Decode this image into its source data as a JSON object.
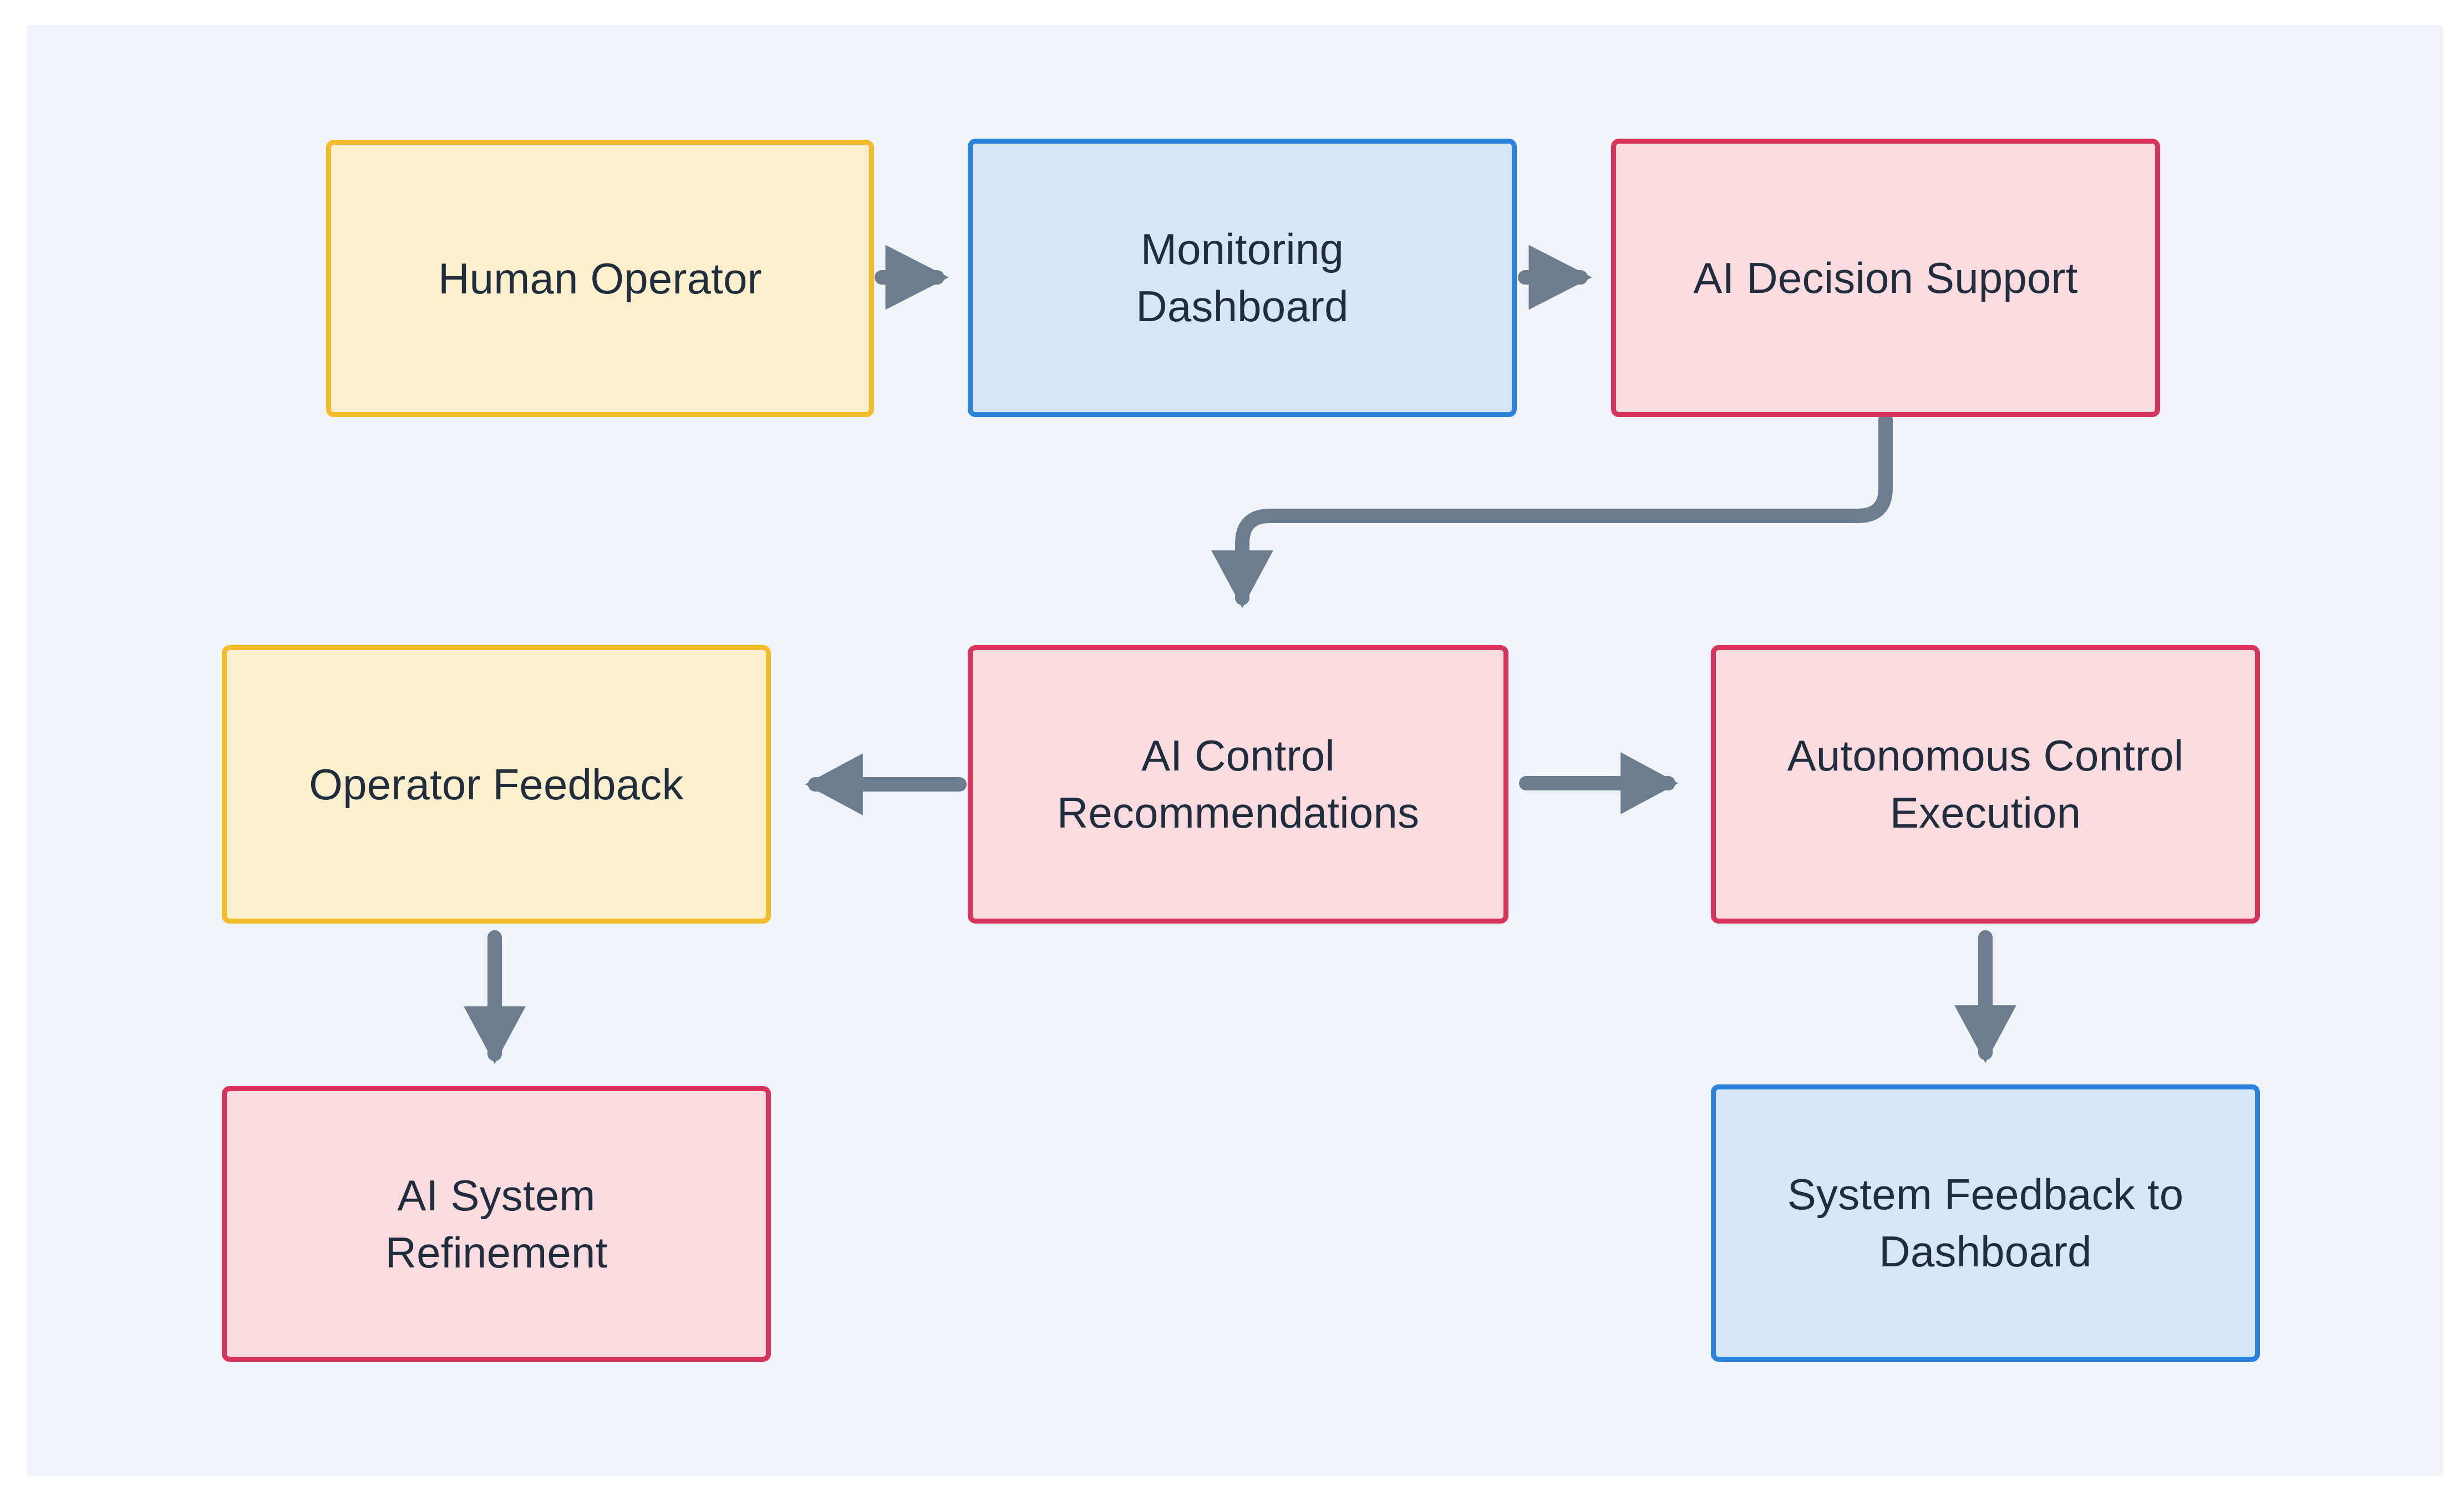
{
  "diagram": {
    "title": "Human-AI Control Loop Flowchart",
    "canvas_background": "#f0f4f8",
    "page_background": "#ffffff",
    "edge_color": "#6b7d8f",
    "text_color": "#1f2d3d",
    "palette": {
      "yellow_fill": "#fcefcd",
      "yellow_border": "#f5bc2a",
      "blue_fill": "#d6e5f7",
      "blue_border": "#2b82dd",
      "pink_fill": "#fadbe0",
      "pink_border": "#d8345b"
    },
    "nodes": [
      {
        "id": "human-operator",
        "label": "Human Operator",
        "style": "yellow"
      },
      {
        "id": "monitoring-dashboard",
        "label": "Monitoring\nDashboard",
        "style": "blue"
      },
      {
        "id": "ai-decision-support",
        "label": "AI Decision Support",
        "style": "pink"
      },
      {
        "id": "operator-feedback",
        "label": "Operator Feedback",
        "style": "yellow"
      },
      {
        "id": "ai-control-recommendations",
        "label": "AI Control\nRecommendations",
        "style": "pink"
      },
      {
        "id": "autonomous-control-execution",
        "label": "Autonomous Control\nExecution",
        "style": "pink"
      },
      {
        "id": "ai-system-refinement",
        "label": "AI System\nRefinement",
        "style": "pink"
      },
      {
        "id": "system-feedback-to-dashboard",
        "label": "System Feedback to\nDashboard",
        "style": "blue"
      }
    ],
    "edges": [
      {
        "id": "e1",
        "from": "human-operator",
        "to": "monitoring-dashboard",
        "direction": "right"
      },
      {
        "id": "e2",
        "from": "monitoring-dashboard",
        "to": "ai-decision-support",
        "direction": "right"
      },
      {
        "id": "e3",
        "from": "ai-decision-support",
        "to": "ai-control-recommendations",
        "direction": "down-left-elbow"
      },
      {
        "id": "e4",
        "from": "ai-control-recommendations",
        "to": "operator-feedback",
        "direction": "left"
      },
      {
        "id": "e5",
        "from": "ai-control-recommendations",
        "to": "autonomous-control-execution",
        "direction": "right"
      },
      {
        "id": "e6",
        "from": "operator-feedback",
        "to": "ai-system-refinement",
        "direction": "down"
      },
      {
        "id": "e7",
        "from": "autonomous-control-execution",
        "to": "system-feedback-to-dashboard",
        "direction": "down"
      }
    ]
  }
}
